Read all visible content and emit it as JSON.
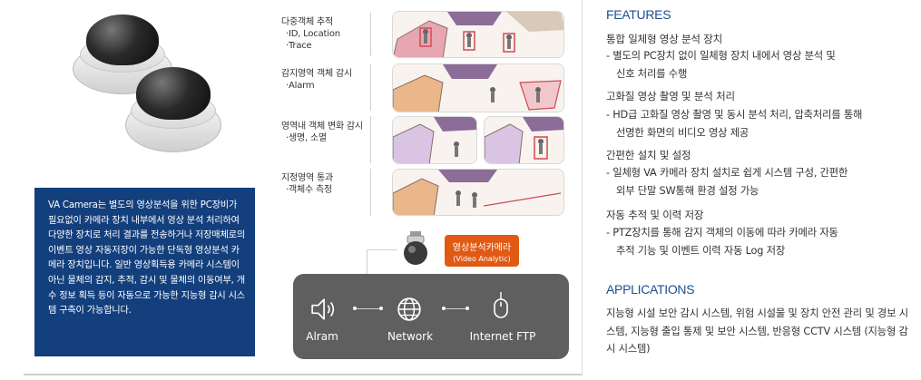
{
  "left": {
    "va_description": "VA Camera는 별도의 영상분석을 위한 PC장비가 필요없이 카메라 장치 내부에서 영상 분석 처리하여 다양한 장치로 처리 결과를 전송하거나 저장매체로의 이벤트 영상 자동저장이 가능한 단독형 영상분석 카메라 장치입니다. 일반 영상획득용 카메라 시스템이 아닌 물체의 감지, 추적, 감시 및 물체의 이동여부, 개수 정보 획득 등이 자동으로 가능한 지능형 감시 시스템 구축이 가능합니다."
  },
  "analysis": {
    "items": [
      {
        "title": "다중객체 추적",
        "subs": [
          "·ID, Location",
          "·Trace"
        ]
      },
      {
        "title": "감지영역 객체 감시",
        "subs": [
          "·Alarm"
        ]
      },
      {
        "title": "영역내 객체 변화 감시",
        "subs": [
          "·생명, 소멸"
        ]
      },
      {
        "title": "지정영역 통과",
        "subs": [
          "·객체수 측정"
        ]
      }
    ]
  },
  "va_camera_tag": {
    "title": "영상분석카메라",
    "subtitle": "(Video Analytic)"
  },
  "network": {
    "items": [
      {
        "label": "Alram",
        "icon": "speaker-icon"
      },
      {
        "label": "Network",
        "icon": "globe-icon"
      },
      {
        "label": "Internet FTP",
        "icon": "mouse-icon"
      }
    ]
  },
  "features": {
    "title": "FEATURES",
    "items": [
      {
        "head": "통합 일체형 영상 분석 장치",
        "desc": [
          "- 별도의 PC장치 없이 일체형 장치 내에서 영상 분석 및",
          "신호 처리를 수행"
        ]
      },
      {
        "head": "고화질 영상 촬영 및 분석 처리",
        "desc": [
          "- HD급 고화질 영상 촬영 및 동시 분석 처리, 압축처리를 통해",
          "선명한 화면의 비디오 영상 제공"
        ]
      },
      {
        "head": "간편한 설치 및 설정",
        "desc": [
          "- 일체형 VA 카메라 장치 설치로 쉽게 시스템 구성, 간편한",
          "외부 단말 SW통해 환경 설정 가능"
        ]
      },
      {
        "head": "자동 추적 및 이력 저장",
        "desc": [
          "- PTZ장치를 통해 감지 객체의 이동에 따라 카메라 자동",
          "추적 기능 및 이벤트 이력 자동 Log 저장"
        ]
      }
    ]
  },
  "applications": {
    "title": "APPLICATIONS",
    "text": "지능형 시설 보안 감시 시스템, 위험 시설물 및 장치 안전 관리 및 경보 시스템, 지능형 출입 통제 및 보안 시스템, 반응형 CCTV 시스템 (지능형 감시 시스템)"
  },
  "colors": {
    "navy": "#133f7c",
    "title_blue": "#1d4f8f",
    "orange": "#e15a14",
    "dark_gray": "#5f5f5f"
  }
}
